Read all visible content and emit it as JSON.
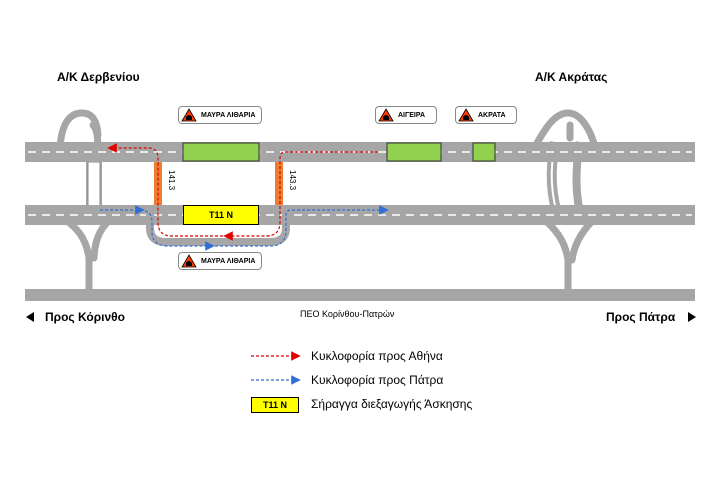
{
  "interchanges": {
    "left": "Α/Κ Δερβενίου",
    "right": "Α/Κ Ακράτας"
  },
  "tunnel_signs": {
    "mavra_top": "ΜΑΥΡΑ ΛΙΘΑΡΙΑ",
    "aigeira": "ΑΙΓΕΙΡΑ",
    "akrata": "ΑΚΡΑΤΑ",
    "mavra_bottom": "ΜΑΥΡΑ ΛΙΘΑΡΙΑ"
  },
  "exercise_tunnel": "Τ11 Ν",
  "crossovers": {
    "left_km": "141.3",
    "right_km": "143.3"
  },
  "directions": {
    "left": "Προς Κόρινθο",
    "right": "Προς Πάτρα"
  },
  "old_road": "ΠΕΟ Κορίνθου-Πατρών",
  "legend": {
    "athens": "Κυκλοφορία προς Αθήνα",
    "patra": "Κυκλοφορία προς Πάτρα",
    "tunnel_label": "Τ11 Ν",
    "tunnel": "Σήραγγα διεξαγωγής Άσκησης"
  },
  "colors": {
    "road": "#a6a6a6",
    "tunnel_green": "#92d050",
    "tunnel_yellow": "#ffff00",
    "crossover": "#ed7d31",
    "athens_route": "#e00000",
    "patra_route": "#2f6fd8"
  }
}
